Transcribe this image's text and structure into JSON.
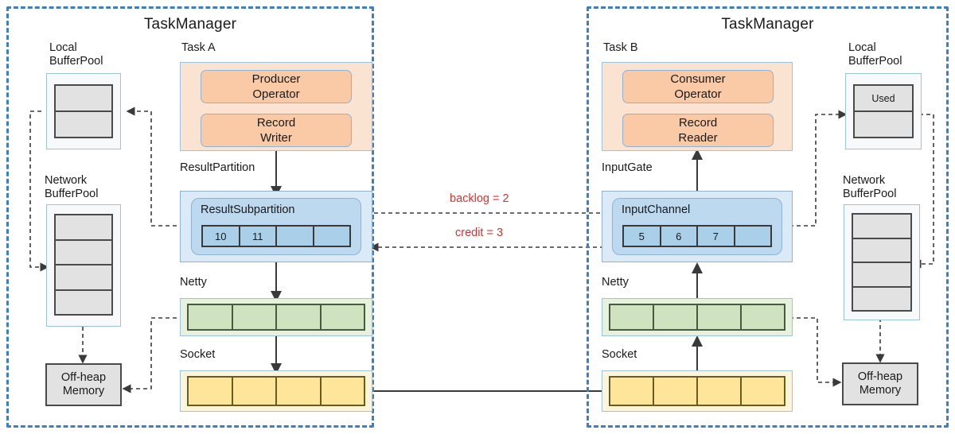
{
  "left_taskmanager": {
    "title": "TaskManager",
    "local_bufferpool": {
      "caption": "Local\nBufferPool",
      "cells": [
        "",
        ""
      ]
    },
    "network_bufferpool": {
      "caption": "Network\nBufferPool",
      "cells": [
        "",
        "",
        "",
        ""
      ]
    },
    "offheap": {
      "line1": "Off-heap",
      "line2": "Memory"
    },
    "task": {
      "caption": "Task A",
      "operator": {
        "line1": "Producer",
        "line2": "Operator"
      },
      "record": {
        "line1": "Record",
        "line2": "Writer"
      }
    },
    "result_partition": {
      "caption": "ResultPartition",
      "subpartition_label": "ResultSubpartition",
      "cells": [
        "10",
        "11",
        "",
        ""
      ]
    },
    "netty": {
      "caption": "Netty",
      "cells": [
        "",
        "",
        "",
        ""
      ]
    },
    "socket": {
      "caption": "Socket",
      "cells": [
        "",
        "",
        "",
        ""
      ]
    }
  },
  "right_taskmanager": {
    "title": "TaskManager",
    "local_bufferpool": {
      "caption": "Local\nBufferPool",
      "cells": [
        "Used",
        ""
      ]
    },
    "network_bufferpool": {
      "caption": "Network\nBufferPool",
      "cells": [
        "",
        "",
        "",
        ""
      ]
    },
    "offheap": {
      "line1": "Off-heap",
      "line2": "Memory"
    },
    "task": {
      "caption": "Task B",
      "operator": {
        "line1": "Consumer",
        "line2": "Operator"
      },
      "record": {
        "line1": "Record",
        "line2": "Reader"
      }
    },
    "input_gate": {
      "caption": "InputGate",
      "channel_label": "InputChannel",
      "cells": [
        "5",
        "6",
        "7",
        ""
      ]
    },
    "netty": {
      "caption": "Netty",
      "cells": [
        "",
        "",
        "",
        ""
      ]
    },
    "socket": {
      "caption": "Socket",
      "cells": [
        "",
        "",
        "",
        ""
      ]
    }
  },
  "annotations": {
    "backlog": "backlog = 2",
    "credit": "credit = 3"
  },
  "colors": {
    "taskmanager_border": "#3f7fc1",
    "task_fill": "#fbe3d1",
    "operator_fill": "#fac9a6",
    "partition_fill": "#daeaf7",
    "subpartition_fill": "#bcd9ef",
    "buffer_cell_fill": "#a9cfe9",
    "netty_fill": "#cfe3c0",
    "socket_fill": "#ffe599",
    "pool_cell_fill": "#e2e2e2",
    "annotation_red": "#e03030"
  }
}
